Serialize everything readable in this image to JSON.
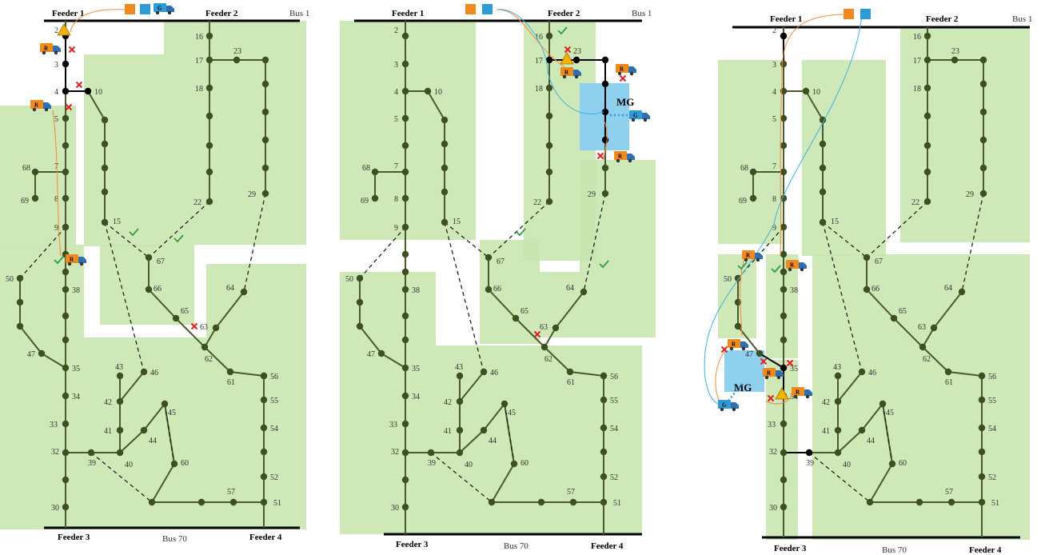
{
  "labels": {
    "feeder1": "Feeder 1",
    "feeder2": "Feeder 2",
    "feeder3": "Feeder 3",
    "feeder4": "Feeder 4",
    "bus1": "Bus 1",
    "bus70": "Bus 70",
    "mg": "MG",
    "truck_r": "R",
    "truck_g": "G"
  },
  "colors": {
    "zone_fill": "#c9e6b0",
    "line": "#4a5a2c",
    "node": "#3f4f22",
    "bus": "#000000",
    "energized": "#000000",
    "mg_fill": "#8fd0ef",
    "route_orange": "#f08a3a",
    "route_blue": "#3bb4e0",
    "truck_orange": "#f08a1e",
    "truck_blue": "#2e9bd6",
    "check": "#2ea043",
    "cross": "#e02020",
    "fault": "#f5b301"
  },
  "node_labels_panel1": [
    "2",
    "3",
    "4",
    "5",
    "7",
    "8",
    "9",
    "68",
    "69",
    "10",
    "15",
    "16",
    "17",
    "18",
    "22",
    "23",
    "29",
    "50",
    "38",
    "47",
    "35",
    "34",
    "33",
    "32",
    "30",
    "67",
    "66",
    "65",
    "64",
    "63",
    "62",
    "61",
    "43",
    "46",
    "42",
    "41",
    "40",
    "45",
    "44",
    "39",
    "60",
    "56",
    "55",
    "54",
    "52",
    "57",
    "51"
  ],
  "node_labels_panel2": [
    "2",
    "3",
    "4",
    "5",
    "7",
    "8",
    "9",
    "68",
    "69",
    "10",
    "15",
    "16",
    "17",
    "18",
    "22",
    "23",
    "29",
    "50",
    "38",
    "47",
    "35",
    "34",
    "33",
    "32",
    "30",
    "67",
    "66",
    "65",
    "64",
    "63",
    "62",
    "61",
    "43",
    "46",
    "42",
    "41",
    "40",
    "45",
    "44",
    "39",
    "60",
    "56",
    "55",
    "54",
    "52",
    "57",
    "51"
  ],
  "node_labels_panel3": [
    "2",
    "3",
    "4",
    "5",
    "7",
    "8",
    "9",
    "68",
    "69",
    "10",
    "15",
    "16",
    "17",
    "18",
    "22",
    "23",
    "29",
    "50",
    "38",
    "47",
    "35",
    "34",
    "33",
    "32",
    "30",
    "67",
    "66",
    "65",
    "64",
    "63",
    "62",
    "61",
    "43",
    "46",
    "42",
    "41",
    "40",
    "45",
    "44",
    "39",
    "60",
    "56",
    "55",
    "54",
    "52",
    "57",
    "51"
  ],
  "icons": [
    "fault-icon",
    "truck-r-icon",
    "truck-g-icon",
    "check-icon",
    "cross-icon",
    "battery-orange-icon",
    "battery-blue-icon"
  ]
}
